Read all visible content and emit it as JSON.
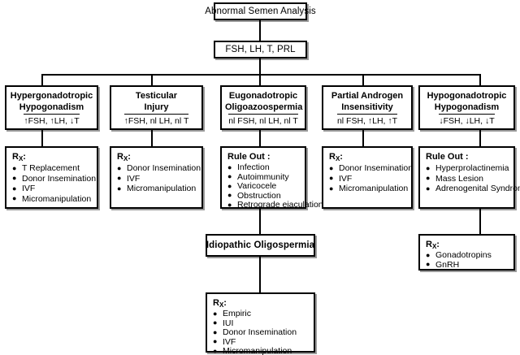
{
  "diagram": {
    "type": "clinical-algorithm-flowchart",
    "root": {
      "label": "Abnormal Semen Analysis"
    },
    "workup": {
      "label": "FSH, LH, T, PRL"
    },
    "branches": [
      {
        "id": "hypergonadotropic-hypogonadism",
        "name_line1": "Hypergonadotropic",
        "name_line2": "Hypogonadism",
        "labs": "↑FSH, ↑LH, ↓T",
        "treatment": {
          "header": "R",
          "header_sub": "X",
          "header_suffix": ":",
          "items": [
            "T Replacement",
            "Donor Insemination",
            "IVF",
            "Micromanipulation"
          ]
        }
      },
      {
        "id": "testicular-injury",
        "name_line1": "Testicular",
        "name_line2": "Injury",
        "labs": "↑FSH, nl LH, nl T",
        "treatment": {
          "header": "R",
          "header_sub": "X",
          "header_suffix": ":",
          "items": [
            "Donor Insemination",
            "IVF",
            "Micromanipulation"
          ]
        }
      },
      {
        "id": "eugonadotropic-oligoazoospermia",
        "name_line1": "Eugonadotropic",
        "name_line2": "Oligoazoospermia",
        "labs": "nl FSH, nl LH,  nl T",
        "rule_out": {
          "header": "Rule Out :",
          "items": [
            "Infection",
            "Autoimmunity",
            "Varicocele",
            "Obstruction",
            "Retrograde ejaculation"
          ]
        },
        "followup_diagnosis": {
          "label": "Idiopathic Oligospermia"
        },
        "followup_treatment": {
          "header": "R",
          "header_sub": "X",
          "header_suffix": ":",
          "items": [
            "Empiric",
            "IUI",
            "Donor Insemination",
            "IVF",
            "Micromanipulation"
          ]
        }
      },
      {
        "id": "partial-androgen-insensitivity",
        "name_line1": "Partial Androgen",
        "name_line2": "Insensitivity",
        "labs": "nl FSH, ↑LH, ↑T",
        "treatment": {
          "header": "R",
          "header_sub": "X",
          "header_suffix": ":",
          "items": [
            "Donor Insemination",
            "IVF",
            "Micromanipulation"
          ]
        }
      },
      {
        "id": "hypogonadotropic-hypogonadism",
        "name_line1": "Hypogonadotropic",
        "name_line2": "Hypogonadism",
        "labs": "↓FSH,  ↓LH, ↓T",
        "rule_out": {
          "header": "Rule Out :",
          "items": [
            "Hyperprolactinemia",
            "Mass Lesion",
            "Adrenogenital Syndrome"
          ]
        },
        "followup_treatment": {
          "header": "R",
          "header_sub": "X",
          "header_suffix": ":",
          "items": [
            "Gonadotropins",
            "GnRH"
          ]
        }
      }
    ]
  },
  "colors": {
    "line": "#000000",
    "box_border": "#000000",
    "shadow": "#9a9a9a",
    "background": "#ffffff"
  }
}
